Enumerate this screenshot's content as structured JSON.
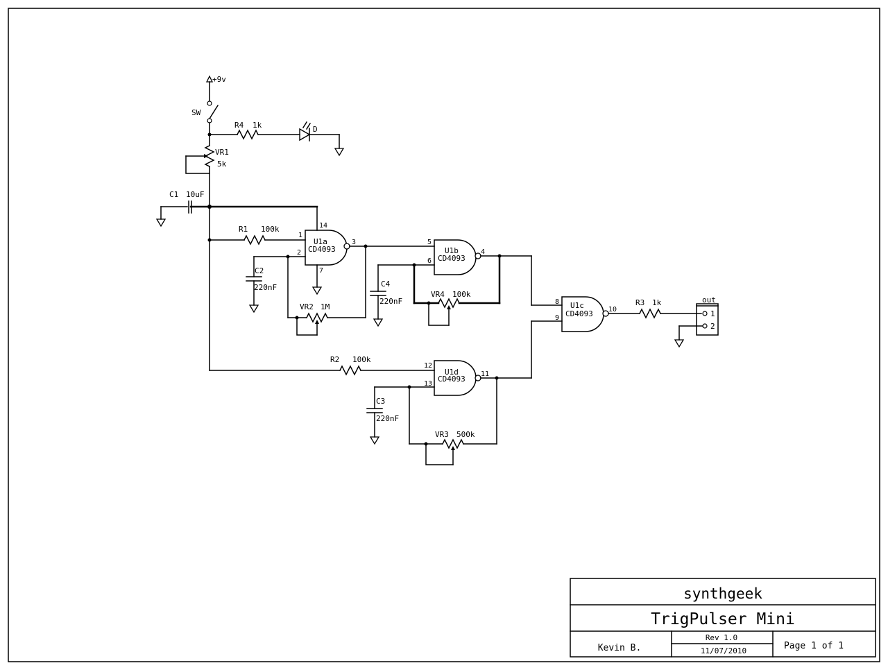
{
  "schematic": {
    "power": "+9v",
    "switch": "SW",
    "r4": {
      "ref": "R4",
      "value": "1k"
    },
    "led": "D",
    "vr1": {
      "ref": "VR1",
      "value": "5k"
    },
    "c1": {
      "ref": "C1",
      "value": "10uF"
    },
    "r1": {
      "ref": "R1",
      "value": "100k"
    },
    "r2": {
      "ref": "R2",
      "value": "100k"
    },
    "r3": {
      "ref": "R3",
      "value": "1k"
    },
    "c2": {
      "ref": "C2",
      "value": "220nF"
    },
    "c3": {
      "ref": "C3",
      "value": "220nF"
    },
    "c4": {
      "ref": "C4",
      "value": "220nF"
    },
    "vr2": {
      "ref": "VR2",
      "value": "1M"
    },
    "vr3": {
      "ref": "VR3",
      "value": "500k"
    },
    "vr4": {
      "ref": "VR4",
      "value": "100k"
    },
    "chip": "CD4093",
    "u1a": {
      "ref": "U1a",
      "pins": [
        "1",
        "2",
        "3",
        "14",
        "7"
      ]
    },
    "u1b": {
      "ref": "U1b",
      "pins": [
        "5",
        "6",
        "4"
      ]
    },
    "u1c": {
      "ref": "U1c",
      "pins": [
        "8",
        "9",
        "10"
      ]
    },
    "u1d": {
      "ref": "U1d",
      "pins": [
        "12",
        "13",
        "11"
      ]
    },
    "out": {
      "label": "out",
      "pins": [
        "1",
        "2"
      ]
    }
  },
  "title_block": {
    "company": "synthgeek",
    "title": "TrigPulser Mini",
    "author": "Kevin B.",
    "rev": "Rev 1.0",
    "date": "11/07/2010",
    "page": "Page 1 of 1"
  }
}
